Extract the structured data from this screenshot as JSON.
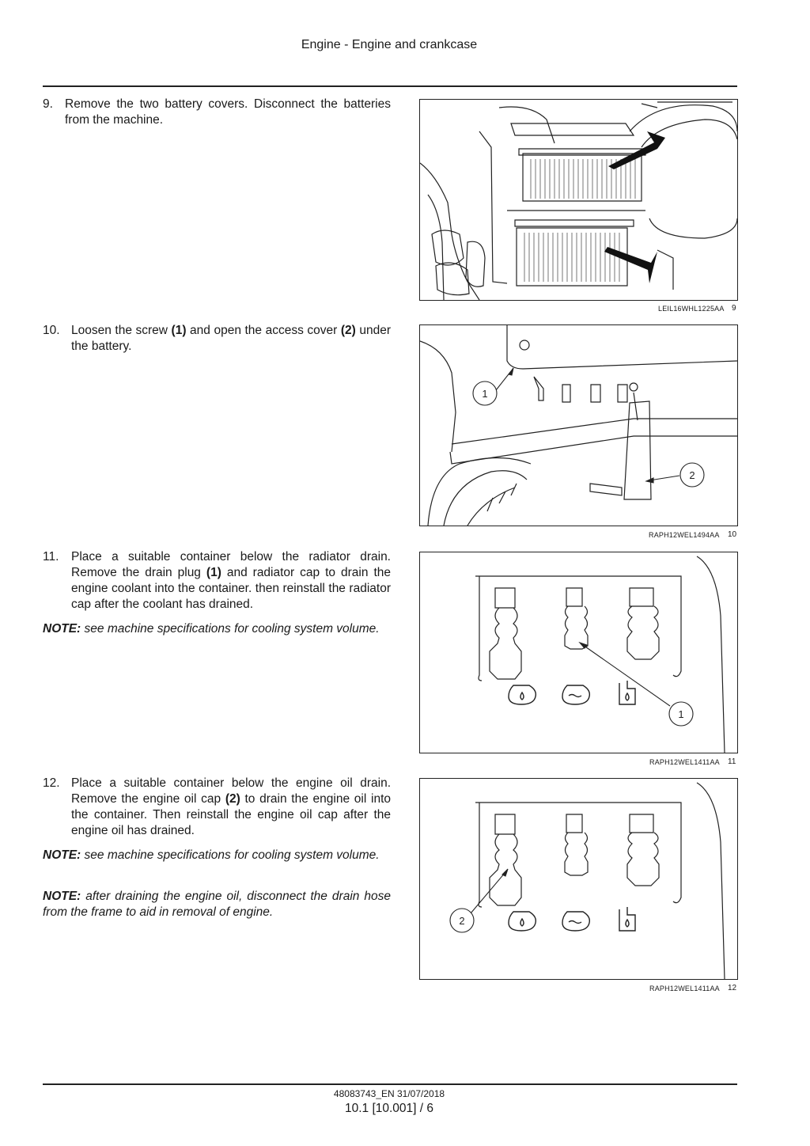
{
  "header": {
    "title": "Engine - Engine and crankcase"
  },
  "steps": [
    {
      "number": "9.",
      "text": "Remove the two battery covers.  Disconnect the batteries from the machine.",
      "figure": {
        "code": "LEIL16WHL1225AA",
        "number": "9"
      }
    },
    {
      "number": "10.",
      "text_parts": [
        "Loosen the screw ",
        "(1)",
        " and open the access cover ",
        "(2)",
        " under the battery."
      ],
      "figure": {
        "code": "RAPH12WEL1494AA",
        "number": "10",
        "callouts": [
          "1",
          "2"
        ]
      }
    },
    {
      "number": "11.",
      "text_parts": [
        "Place a suitable container below the radiator drain. Remove the drain plug ",
        "(1)",
        " and radiator cap to drain the engine coolant into the container.  then reinstall the radiator cap after the coolant has drained."
      ],
      "notes": [
        {
          "label": "NOTE:",
          "text": " see machine specifications for cooling system volume."
        }
      ],
      "figure": {
        "code": "RAPH12WEL1411AA",
        "number": "11",
        "callouts": [
          "1"
        ]
      }
    },
    {
      "number": "12.",
      "text_parts": [
        "Place a suitable container below the engine oil drain. Remove the engine oil cap ",
        "(2)",
        " to drain the engine oil into the container.  Then reinstall the engine oil cap after the engine oil has drained."
      ],
      "notes": [
        {
          "label": "NOTE:",
          "text": " see machine specifications for cooling system volume."
        },
        {
          "label": "NOTE:",
          "text": " after draining the engine oil, disconnect the drain hose from the frame to aid in removal of engine."
        }
      ],
      "figure": {
        "code": "RAPH12WEL1411AA",
        "number": "12",
        "callouts": [
          "2"
        ]
      }
    }
  ],
  "footer": {
    "doc_code": "48083743_EN 31/07/2018",
    "page": "10.1 [10.001] / 6"
  }
}
